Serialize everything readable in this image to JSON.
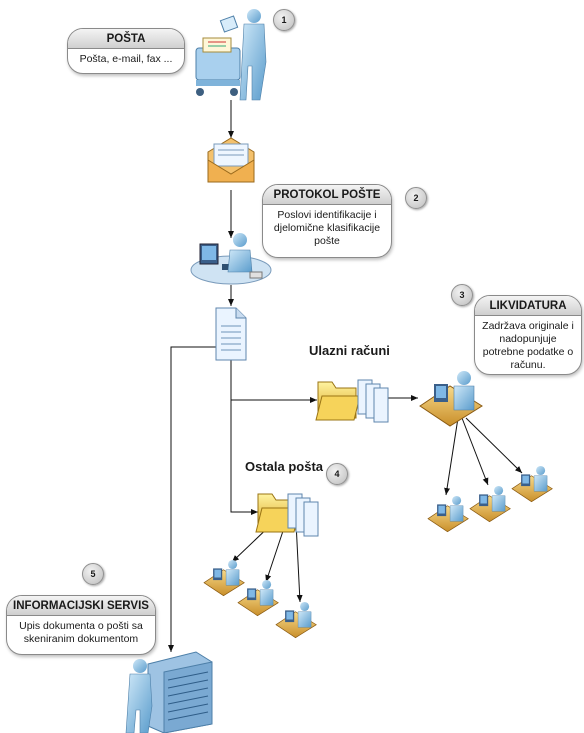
{
  "callouts": {
    "posta": {
      "title": "POŠTA",
      "text": "Pošta, e-mail, fax ..."
    },
    "protokol": {
      "title": "PROTOKOL POŠTE",
      "text": "Poslovi identifikacije i djelomične klasifikacije pošte"
    },
    "likvidatura": {
      "title": "LIKVIDATURA",
      "text": "Zadržava originale i nadopunjuje potrebne podatke o računu."
    },
    "informacijski": {
      "title": "INFORMACIJSKI SERVIS",
      "text": "Upis dokumenta o pošti sa skeniranim dokumentom"
    }
  },
  "badges": {
    "b1": "1",
    "b2": "2",
    "b3": "3",
    "b4": "4",
    "b5": "5"
  },
  "labels": {
    "ulazni": "Ulazni računi",
    "ostala": "Ostala pošta"
  },
  "icons": [
    "mail-cart-worker-icon",
    "envelope-icon",
    "desk-worker-icon",
    "document-icon",
    "folder-icon",
    "workstation-icon",
    "server-rack-icon"
  ]
}
